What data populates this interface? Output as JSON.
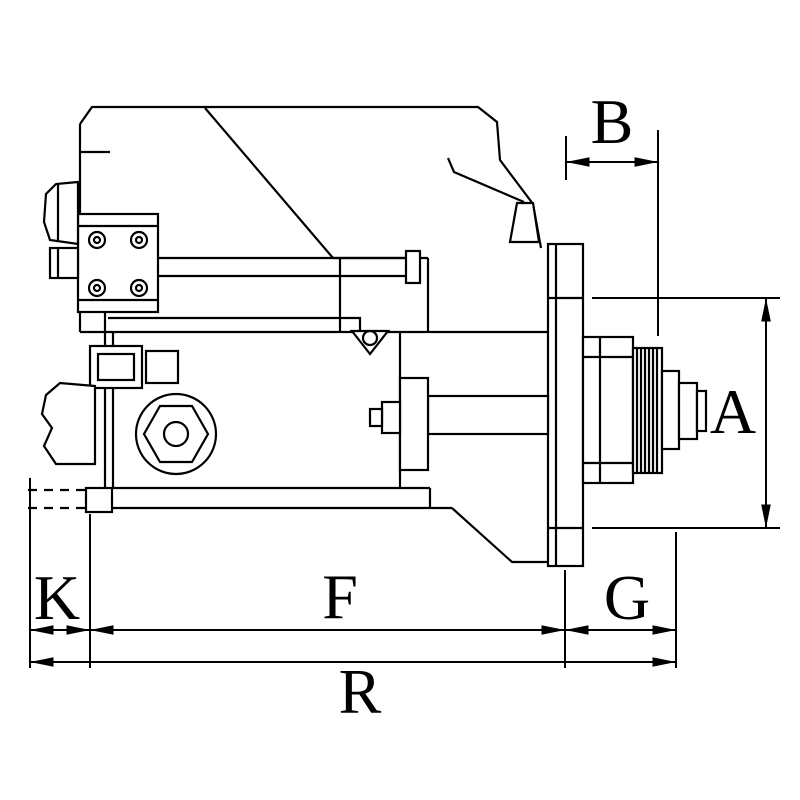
{
  "diagram": {
    "subject": "starter motor side view technical dimension drawing",
    "background_color": "#ffffff",
    "line_color": "#000000",
    "dimension_labels": {
      "top": "B",
      "right": "A",
      "bottom_left": "K",
      "bottom_center": "F",
      "bottom_right": "G",
      "bottom_total": "R"
    }
  }
}
